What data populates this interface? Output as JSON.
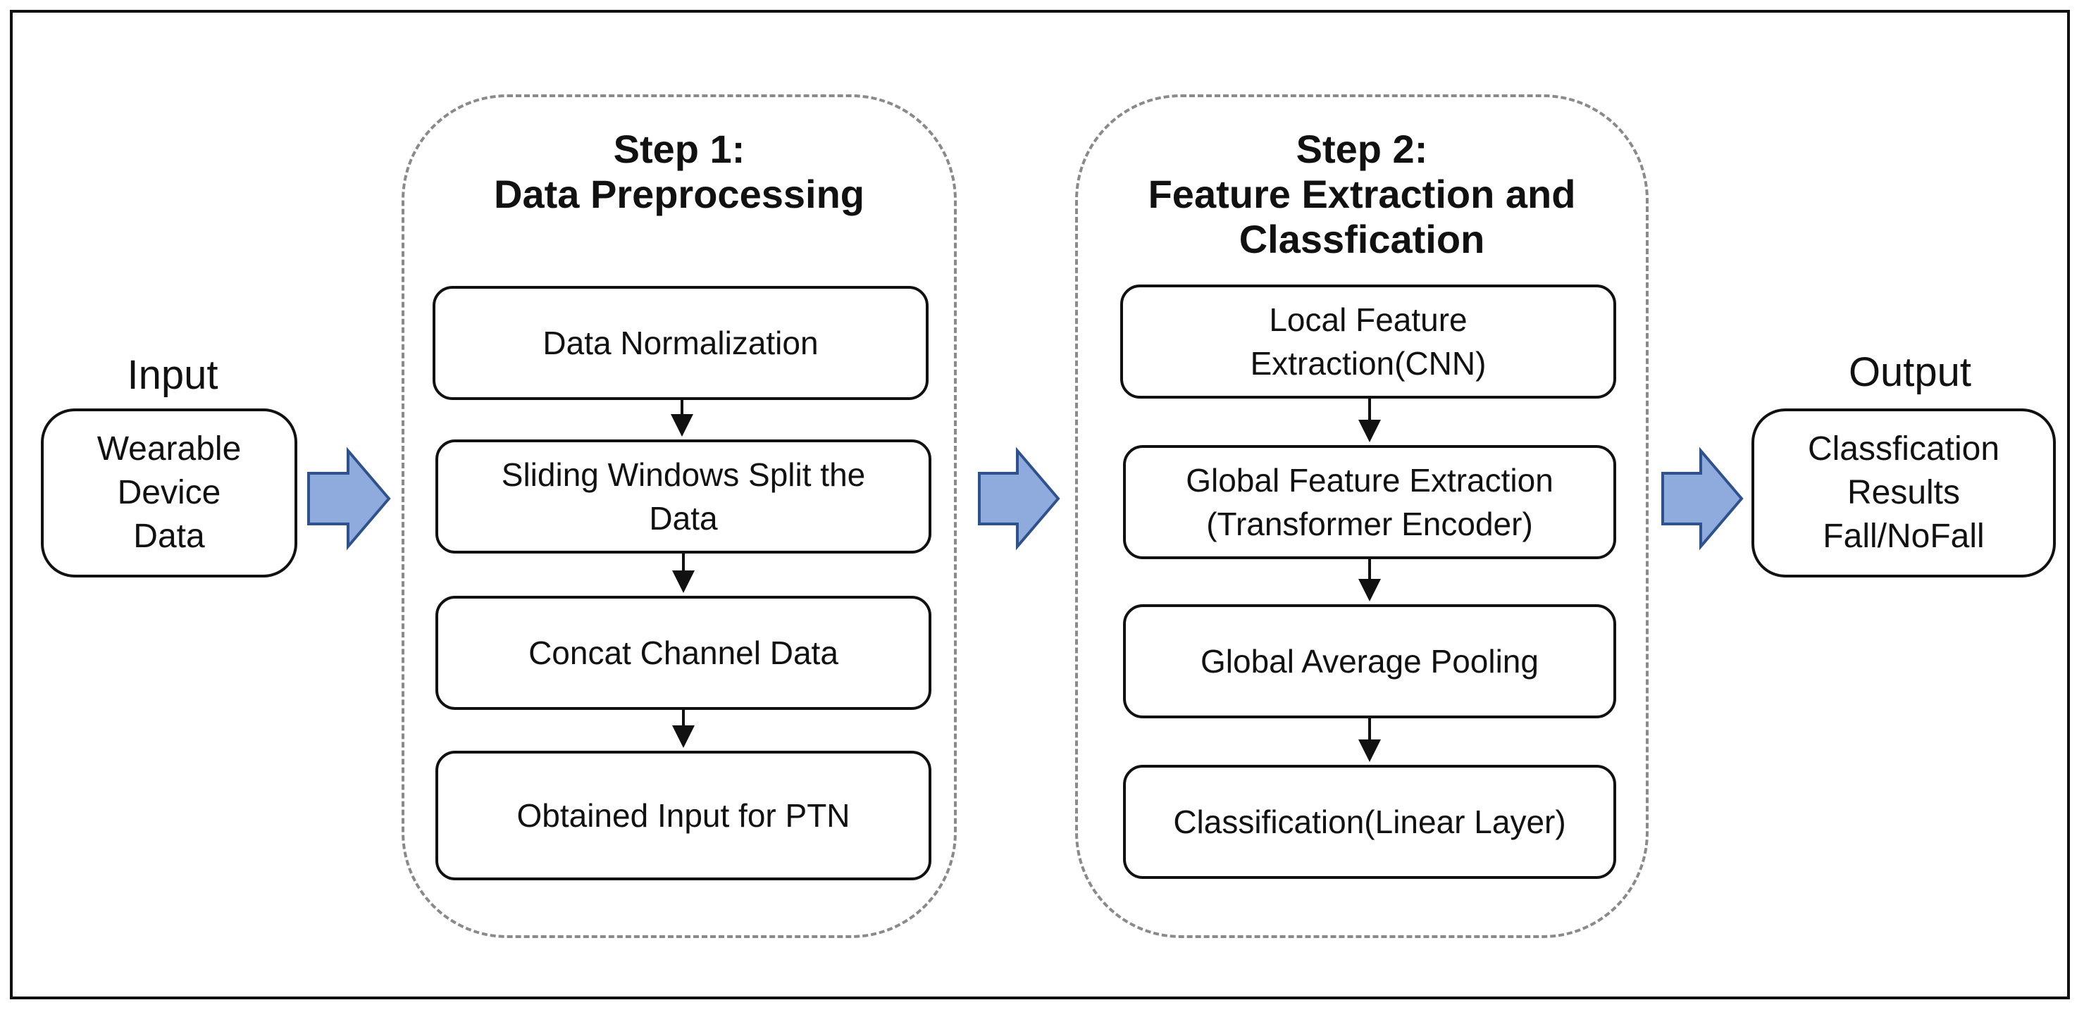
{
  "input": {
    "label": "Input",
    "box_text": "Wearable\nDevice\nData"
  },
  "step1": {
    "title": "Step 1:\nData Preprocessing",
    "boxes": [
      "Data Normalization",
      "Sliding Windows Split the\nData",
      "Concat Channel Data",
      "Obtained Input for PTN"
    ]
  },
  "step2": {
    "title": "Step 2:\nFeature Extraction and\nClassfication",
    "boxes": [
      "Local Feature\nExtraction(CNN)",
      "Global Feature Extraction\n(Transformer Encoder)",
      "Global Average Pooling",
      "Classification(Linear Layer)"
    ]
  },
  "output": {
    "label": "Output",
    "box_text": "Classfication\nResults\nFall/NoFall"
  },
  "colors": {
    "arrow_fill": "#8faadc",
    "arrow_stroke": "#2f528f",
    "panel_border": "#8a8a8a",
    "box_border": "#111111"
  }
}
